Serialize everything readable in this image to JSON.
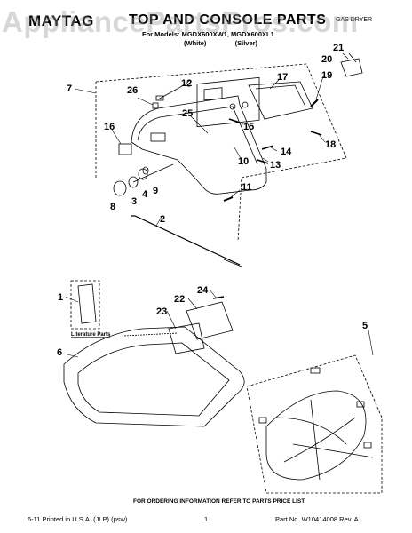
{
  "header": {
    "brand": "MAYTAG",
    "title": "TOP AND CONSOLE PARTS",
    "models": "For Models: MGDX600XW1, MGDX600XL1",
    "color_white": "(White)",
    "color_silver": "(Silver)",
    "product_type": "GAS DRYER"
  },
  "watermark": "AppliancePartsPros.com",
  "callouts": [
    "1",
    "2",
    "3",
    "4",
    "5",
    "6",
    "7",
    "8",
    "9",
    "10",
    "11",
    "12",
    "13",
    "14",
    "15",
    "16",
    "17",
    "18",
    "19",
    "20",
    "21",
    "22",
    "23",
    "24",
    "25",
    "26"
  ],
  "labels": {
    "literature_parts": "Literature Parts"
  },
  "footer": {
    "order_note": "FOR ORDERING INFORMATION REFER TO PARTS PRICE LIST",
    "printed": "6-11 Printed in U.S.A. (JLP) (psw)",
    "page_number": "1",
    "part_number": "Part No. W10414008 Rev. A"
  }
}
